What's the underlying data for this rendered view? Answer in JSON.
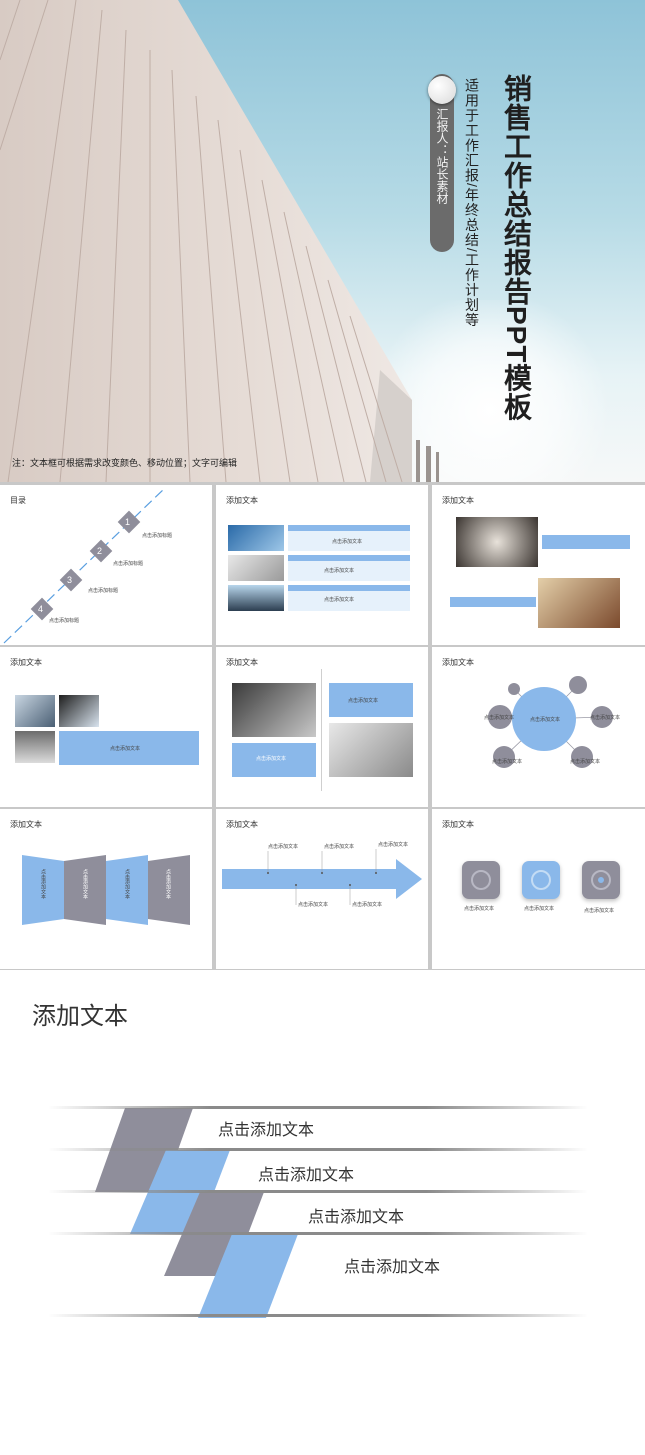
{
  "hero": {
    "title": "销售工作总结报告PPT模板",
    "subtitle": "适用于工作汇报/年终总结/工作计划等",
    "reporter": "汇报人：站长素材",
    "note": "注：文本框可根据需求改变颜色、移动位置；文字可编辑"
  },
  "slides": {
    "toc": {
      "title": "目录",
      "items": [
        {
          "num": "1",
          "label": "点击添加标题"
        },
        {
          "num": "2",
          "label": "点击添加标题"
        },
        {
          "num": "3",
          "label": "点击添加标题"
        },
        {
          "num": "4",
          "label": "点击添加标题"
        }
      ]
    },
    "heading": "添加文本",
    "placeholder": "点击添加文本"
  },
  "big_slide": {
    "title": "添加文本",
    "labels": [
      "点击添加文本",
      "点击添加文本",
      "点击添加文本",
      "点击添加文本"
    ]
  },
  "colors": {
    "accent_blue": "#8ab8ea",
    "accent_gray": "#8f8e9b"
  }
}
